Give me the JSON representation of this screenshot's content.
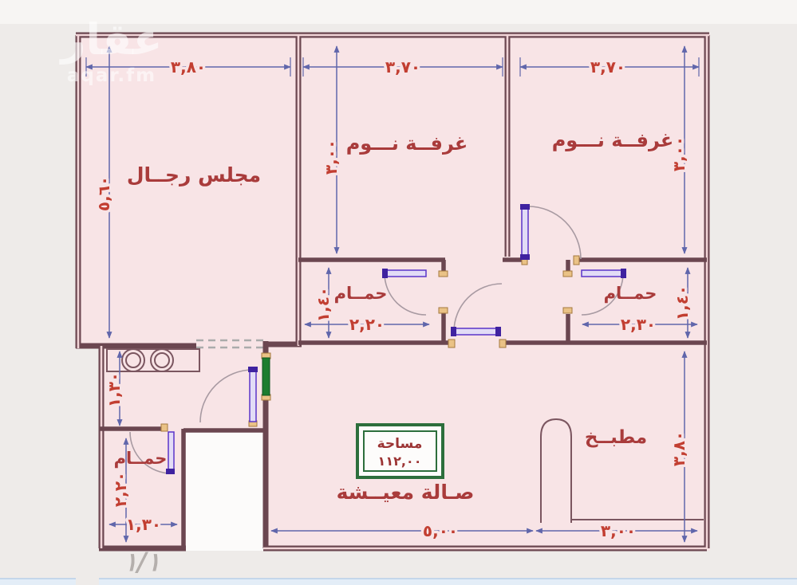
{
  "page": {
    "page_indicator": "١/١"
  },
  "watermark": {
    "brand_arabic": "عقار",
    "brand_latin": "aqar.fm"
  },
  "area_box": {
    "label": "مساحة",
    "value": "١١٢,٠٠"
  },
  "rooms": {
    "majlis": "مجلس رجــال",
    "bedroom_middle": "غرفــة نـــوم",
    "bedroom_right": "غرفــة نـــوم",
    "bathroom_middle": "حمــام",
    "bathroom_right": "حمــام",
    "bathroom_lower": "حمــام",
    "kitchen": "مطبــخ",
    "living_hall": "صـالة معيــشة"
  },
  "dimensions": {
    "majlis_width": "٣,٨٠",
    "bedroom_middle_width": "٣,٧٠",
    "bedroom_right_width": "٣,٧٠",
    "majlis_height": "٥,٦٠",
    "bedroom_middle_height": "٣,٠٠",
    "bedroom_right_height": "٣,٠٠",
    "bathroom_middle_width": "٢,٢٠",
    "bathroom_middle_height": "١,٤٠",
    "bathroom_right_width": "٢,٣٠",
    "bathroom_right_height": "١,٤٠",
    "laundry_height": "١,٣٠",
    "bathroom_lower_height": "٢,٢٠",
    "bathroom_lower_width": "١,٣٠",
    "living_width": "٥,٠٠",
    "kitchen_width": "٣,٠٠",
    "kitchen_height": "٣,٨٠"
  },
  "colors": {
    "plan_fill": "#f8e4e6",
    "wall": "#6b4650",
    "dimension_line": "#6066ab",
    "dimension_text": "#c23e31",
    "room_label": "#a93b3b",
    "door_leaf": "#5a35c8",
    "entrance_door_green": "#1d7d2f",
    "area_box_green": "#2d6e3c"
  }
}
